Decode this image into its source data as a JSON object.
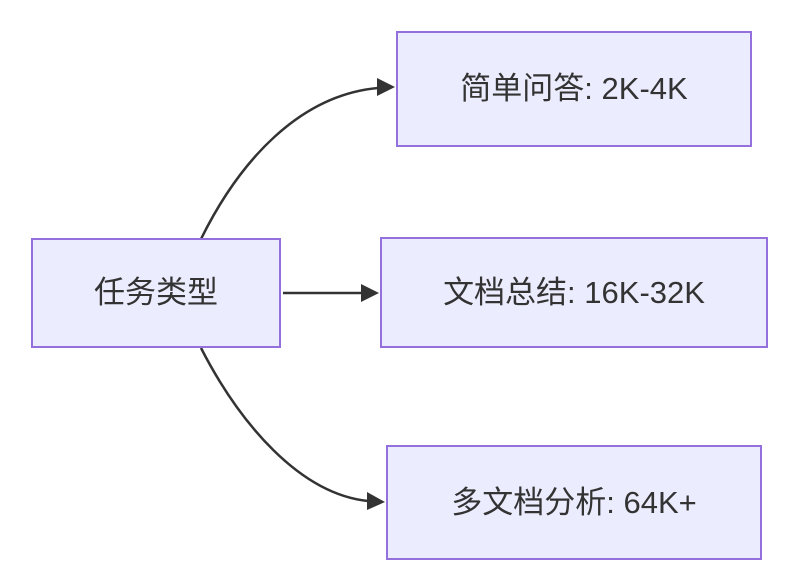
{
  "diagram": {
    "type": "flowchart",
    "direction": "left-to-right",
    "background": "#ffffff",
    "colors": {
      "node_fill": "#ECECFF",
      "node_border": "#9370DB",
      "edge": "#333333",
      "text": "#333333"
    },
    "nodes": {
      "root": {
        "label": "任务类型"
      },
      "simple_qa": {
        "label": "简单问答: 2K-4K"
      },
      "doc_summary": {
        "label": "文档总结: 16K-32K"
      },
      "multi_doc": {
        "label": "多文档分析: 64K+"
      }
    },
    "edges": [
      {
        "from": "root",
        "to": "simple_qa"
      },
      {
        "from": "root",
        "to": "doc_summary"
      },
      {
        "from": "root",
        "to": "multi_doc"
      }
    ]
  }
}
